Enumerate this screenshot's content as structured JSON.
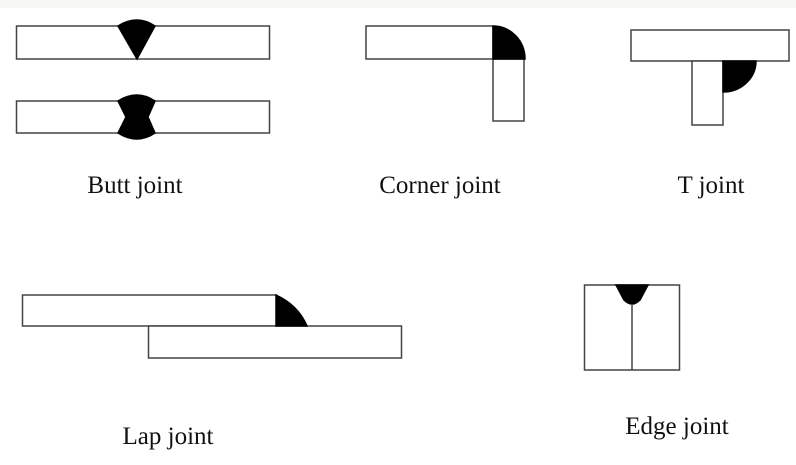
{
  "labels": {
    "butt": "Butt joint",
    "corner": "Corner joint",
    "t": "T joint",
    "lap": "Lap joint",
    "edge": "Edge joint"
  },
  "colors": {
    "stroke": "#444444",
    "weld": "#000000"
  }
}
